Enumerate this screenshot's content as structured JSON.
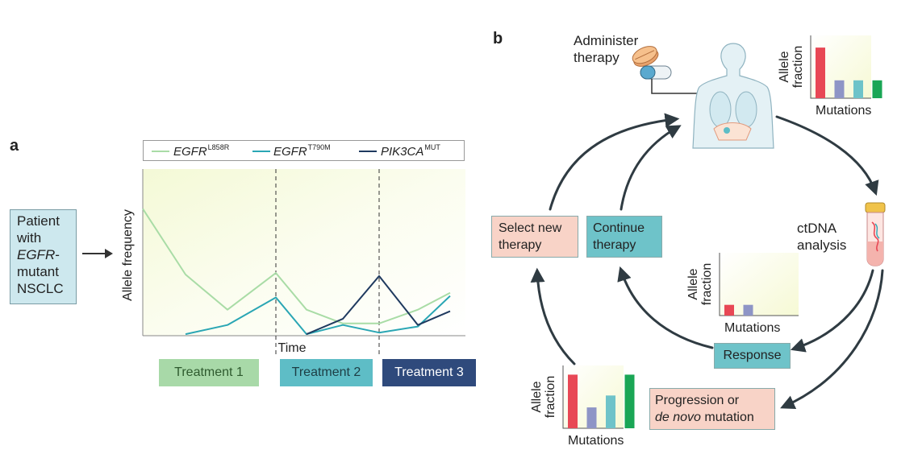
{
  "panel_a": {
    "letter": "a",
    "patient_box": {
      "line1": "Patient",
      "line2": "with",
      "line3": "EGFR",
      "line3_suffix": "-",
      "line4": "mutant",
      "line5": "NSCLC"
    },
    "legend": [
      {
        "gene": "EGFR",
        "sup": "L858R",
        "color": "#a9dca6"
      },
      {
        "gene": "EGFR",
        "sup": "T790M",
        "color": "#2aa6b4"
      },
      {
        "gene": "PIK3CA",
        "sup": "MUT",
        "color": "#1f3a5f"
      }
    ],
    "xlabel": "Time",
    "ylabel": "Allele frequency",
    "treatments": [
      {
        "label": "Treatment 1",
        "bg": "#a8d9a8",
        "fg": "#2e5a2e"
      },
      {
        "label": "Treatment 2",
        "bg": "#5ebdc6",
        "fg": "#1d3d44"
      },
      {
        "label": "Treatment 3",
        "bg": "#2f4a7c",
        "fg": "#ffffff"
      }
    ]
  },
  "chart_data": {
    "type": "line",
    "title": "",
    "xlabel": "Time",
    "ylabel": "Allele frequency",
    "x": [
      0,
      1,
      2,
      3,
      4,
      5,
      6,
      7
    ],
    "series": [
      {
        "name": "EGFR L858R",
        "color": "#a9dca6",
        "values": [
          0.83,
          0.4,
          0.17,
          0.41,
          0.17,
          0.08,
          0.08,
          0.17,
          0.28
        ]
      },
      {
        "name": "EGFR T790M",
        "color": "#2aa6b4",
        "values": [
          null,
          0.01,
          0.07,
          0.25,
          0.01,
          0.07,
          0.02,
          0.06,
          0.26
        ]
      },
      {
        "name": "PIK3CA MUT",
        "color": "#1f3a5f",
        "values": [
          null,
          null,
          null,
          null,
          0.01,
          0.11,
          0.39,
          0.07,
          0.16
        ]
      }
    ],
    "ylim": [
      0,
      1
    ],
    "grid": false,
    "legend": "top"
  },
  "panel_b": {
    "letter": "b",
    "administer": {
      "line1": "Administer",
      "line2": "therapy"
    },
    "ctdna": {
      "line1": "ctDNA",
      "line2": "analysis"
    },
    "select_new": {
      "line1": "Select new",
      "line2": "therapy",
      "bg": "#f8d3c7"
    },
    "continue": {
      "line1": "Continue",
      "line2": "therapy",
      "bg": "#6ec3c9"
    },
    "response": {
      "label": "Response",
      "bg": "#6ec3c9"
    },
    "progression": {
      "line1": "Progression or",
      "line2": "de novo",
      "line2_suffix": " mutation",
      "bg": "#f8d3c7"
    },
    "mini_charts": [
      {
        "ylabel1": "Allele",
        "ylabel2": "fraction",
        "xlabel": "Mutations",
        "bars": [
          {
            "value": 0.85,
            "color": "#e84855"
          },
          {
            "value": 0.3,
            "color": "#8e95c6"
          },
          {
            "value": 0.3,
            "color": "#6ec3c9"
          },
          {
            "value": 0.3,
            "color": "#1aa655"
          }
        ]
      },
      {
        "ylabel1": "Allele",
        "ylabel2": "fraction",
        "xlabel": "Mutations",
        "bars": [
          {
            "value": 0.18,
            "color": "#e84855"
          },
          {
            "value": 0.18,
            "color": "#8e95c6"
          }
        ]
      },
      {
        "ylabel1": "Allele",
        "ylabel2": "fraction",
        "xlabel": "Mutations",
        "bars": [
          {
            "value": 0.9,
            "color": "#e84855"
          },
          {
            "value": 0.35,
            "color": "#8e95c6"
          },
          {
            "value": 0.55,
            "color": "#6ec3c9"
          },
          {
            "value": 0.9,
            "color": "#1aa655"
          }
        ]
      }
    ]
  }
}
